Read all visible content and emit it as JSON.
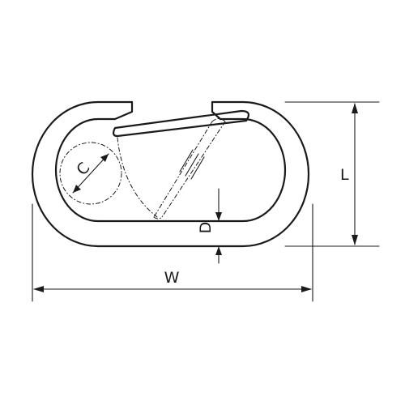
{
  "diagram": {
    "subject": "snap-hook",
    "dimensions": {
      "width_label": "W",
      "length_label": "L",
      "opening_label": "C",
      "thickness_label": "D"
    }
  }
}
